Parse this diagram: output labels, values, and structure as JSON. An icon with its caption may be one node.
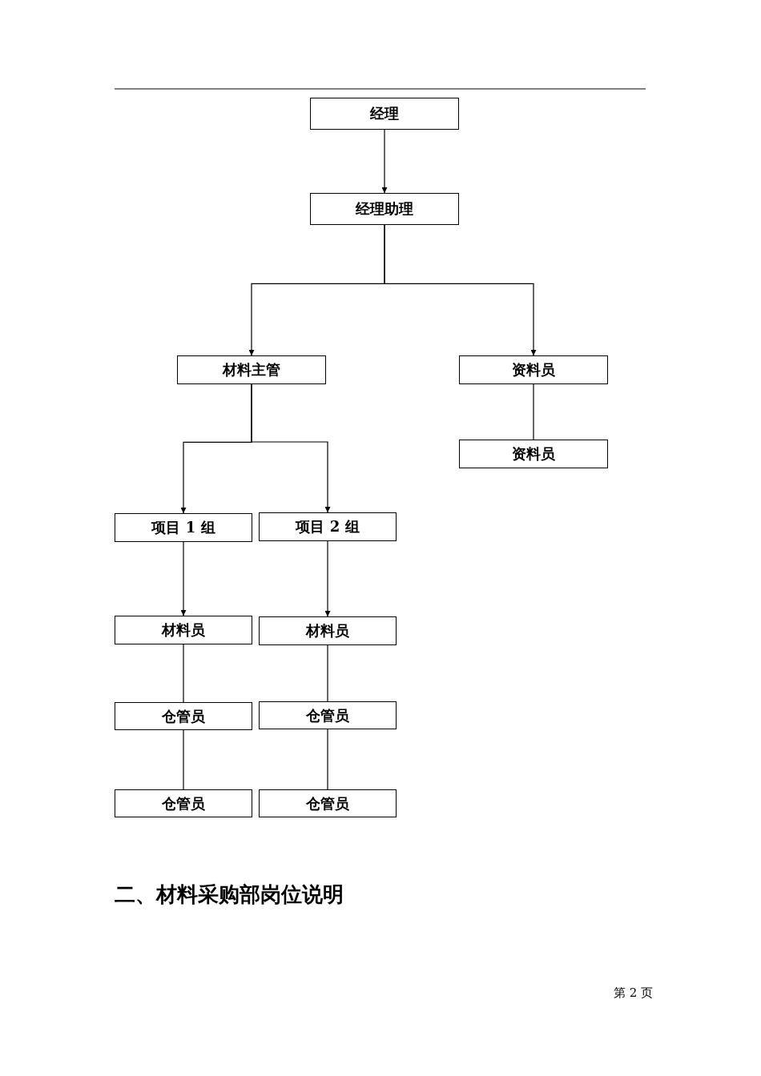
{
  "diagram": {
    "nodes": [
      {
        "text": [
          "经理"
        ]
      },
      {
        "text": [
          "经理助理"
        ]
      },
      {
        "text": [
          "材料主管"
        ]
      },
      {
        "text": [
          "资料员"
        ]
      },
      {
        "text": [
          "资料员"
        ]
      },
      {
        "text": [
          "项目 1 组"
        ]
      },
      {
        "text": [
          "项目 2 组"
        ]
      },
      {
        "text": [
          "材料员"
        ]
      },
      {
        "text": [
          "材料员"
        ]
      },
      {
        "text": [
          "仓管员"
        ]
      },
      {
        "text": [
          "仓管员"
        ]
      },
      {
        "text": [
          "仓管员"
        ]
      },
      {
        "text": [
          "仓管员"
        ]
      }
    ],
    "edges": [
      {
        "from": 0,
        "to": 1,
        "arrow": "to"
      },
      {
        "from": 1,
        "to": 2,
        "arrow": "to"
      },
      {
        "from": 1,
        "to": 3,
        "arrow": "to"
      },
      {
        "from": 3,
        "to": 4,
        "arrow": "none"
      },
      {
        "from": 2,
        "to": 5,
        "arrow": "to"
      },
      {
        "from": 2,
        "to": 6,
        "arrow": "to"
      },
      {
        "from": 5,
        "to": 7,
        "arrow": "to"
      },
      {
        "from": 6,
        "to": 8,
        "arrow": "to"
      },
      {
        "from": 7,
        "to": 9,
        "arrow": "none"
      },
      {
        "from": 8,
        "to": 10,
        "arrow": "none"
      },
      {
        "from": 9,
        "to": 11,
        "arrow": "none"
      },
      {
        "from": 10,
        "to": 12,
        "arrow": "none"
      }
    ],
    "labels": [
      "二、材料采购部岗位说明",
      "第 2 页"
    ]
  }
}
